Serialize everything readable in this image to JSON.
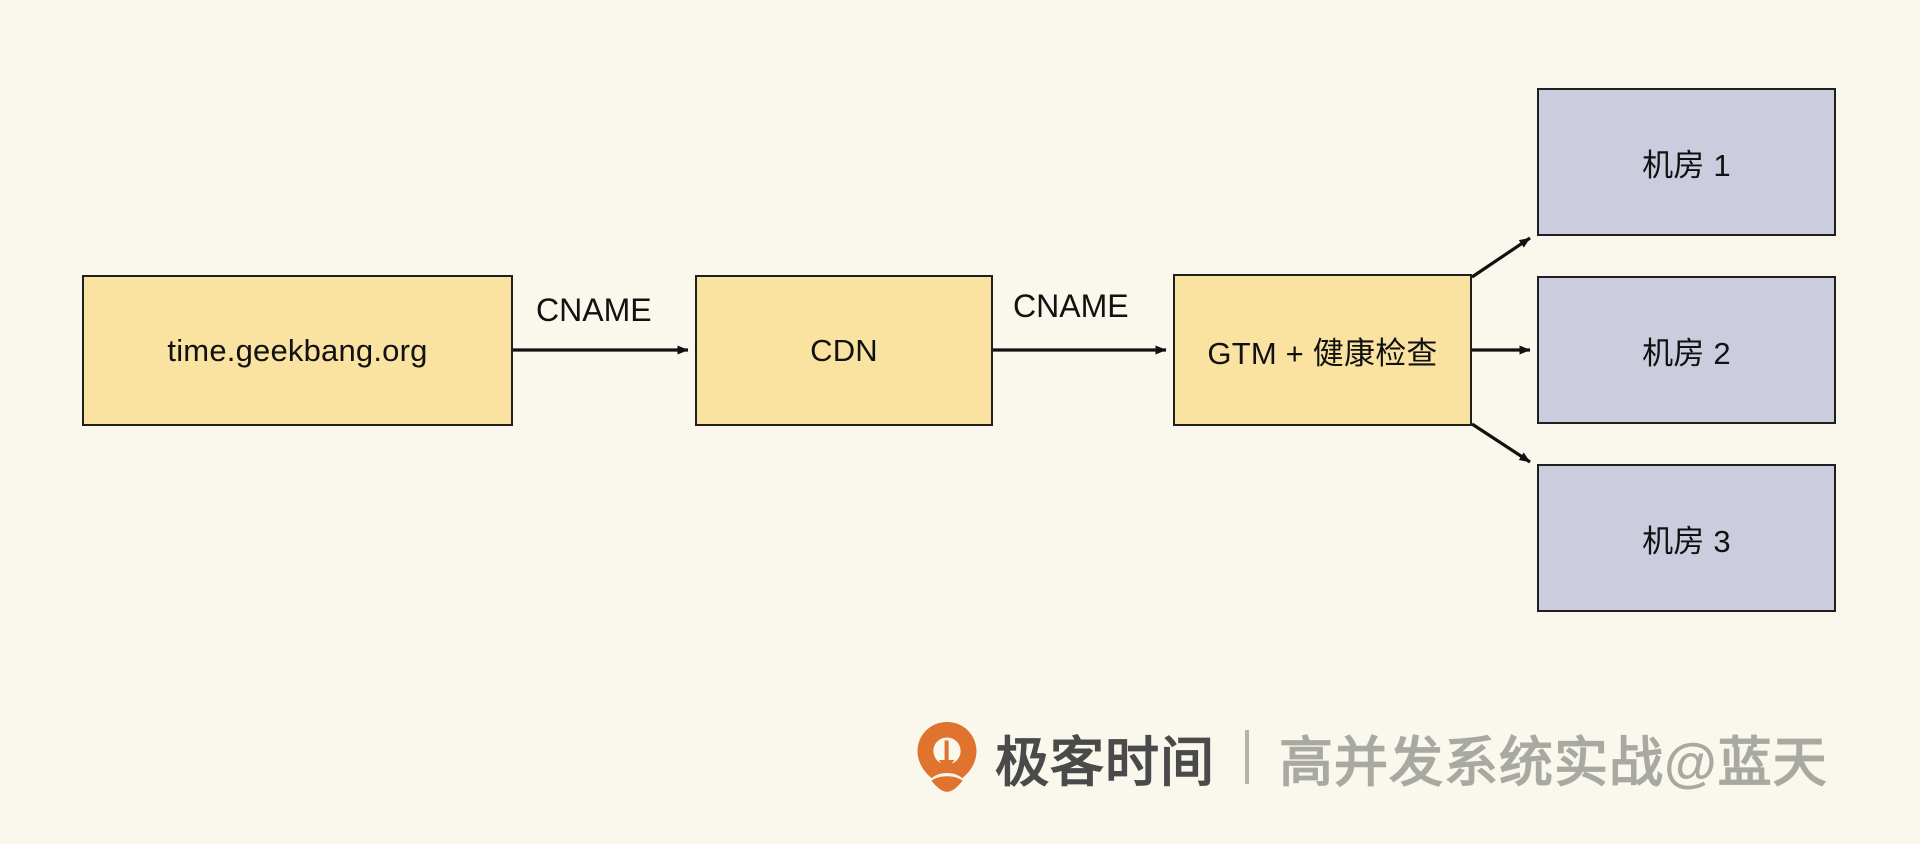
{
  "diagram": {
    "background_color": "#faf7ec",
    "node_fill_yellow": "#fae3a1",
    "node_fill_lavender": "#ccccdf",
    "node_border_color": "#1f1f1f",
    "nodes": [
      {
        "id": "origin",
        "label": "time.geekbang.org",
        "fill": "yellow"
      },
      {
        "id": "cdn",
        "label": "CDN",
        "fill": "yellow"
      },
      {
        "id": "gtm",
        "label": "GTM + 健康检查",
        "fill": "yellow"
      },
      {
        "id": "idc1",
        "label": "机房 1",
        "fill": "lavender"
      },
      {
        "id": "idc2",
        "label": "机房 2",
        "fill": "lavender"
      },
      {
        "id": "idc3",
        "label": "机房 3",
        "fill": "lavender"
      }
    ],
    "edges": [
      {
        "from": "origin",
        "to": "cdn",
        "label": "CNAME"
      },
      {
        "from": "cdn",
        "to": "gtm",
        "label": "CNAME"
      },
      {
        "from": "gtm",
        "to": "idc1",
        "label": ""
      },
      {
        "from": "gtm",
        "to": "idc2",
        "label": ""
      },
      {
        "from": "gtm",
        "to": "idc3",
        "label": ""
      }
    ],
    "edge_labels": {
      "cname_1": "CNAME",
      "cname_2": "CNAME"
    }
  },
  "footer": {
    "logo_icon": "geekbang-logo-icon",
    "logo_color": "#e0742f",
    "brand": "极客时间",
    "separator": "|",
    "course": "高并发系统实战@蓝天",
    "brand_color": "#4a4a4a",
    "course_color": "#a9a9a3"
  }
}
